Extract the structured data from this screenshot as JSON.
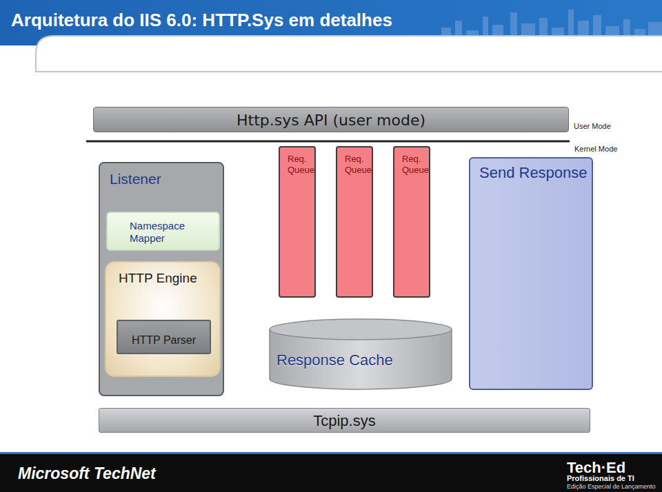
{
  "diagram": {
    "title": "Arquitetura do IIS 6.0: HTTP.Sys em detalhes",
    "nodes": [
      {
        "text": [
          "Http.sys API (user mode)"
        ]
      },
      {
        "text": [
          "Listener"
        ]
      },
      {
        "text": [
          "Namespace Mapper"
        ],
        "in": 1
      },
      {
        "text": [
          "HTTP Engine"
        ],
        "in": 1
      },
      {
        "text": [
          "HTTP Parser"
        ],
        "in": 3
      },
      {
        "text": [
          "Req. Queue"
        ]
      },
      {
        "text": [
          "Req. Queue"
        ]
      },
      {
        "text": [
          "Req. Queue"
        ]
      },
      {
        "text": [
          "Send Response"
        ]
      },
      {
        "text": [
          "Response Cache"
        ]
      },
      {
        "text": [
          "Tcpip.sys"
        ]
      }
    ],
    "labels": [
      "User Mode",
      "Kernel Mode",
      "Microsoft TechNet",
      "Tech·Ed",
      "Profissionais de TI",
      "Edição Especial de Lançamento"
    ]
  }
}
